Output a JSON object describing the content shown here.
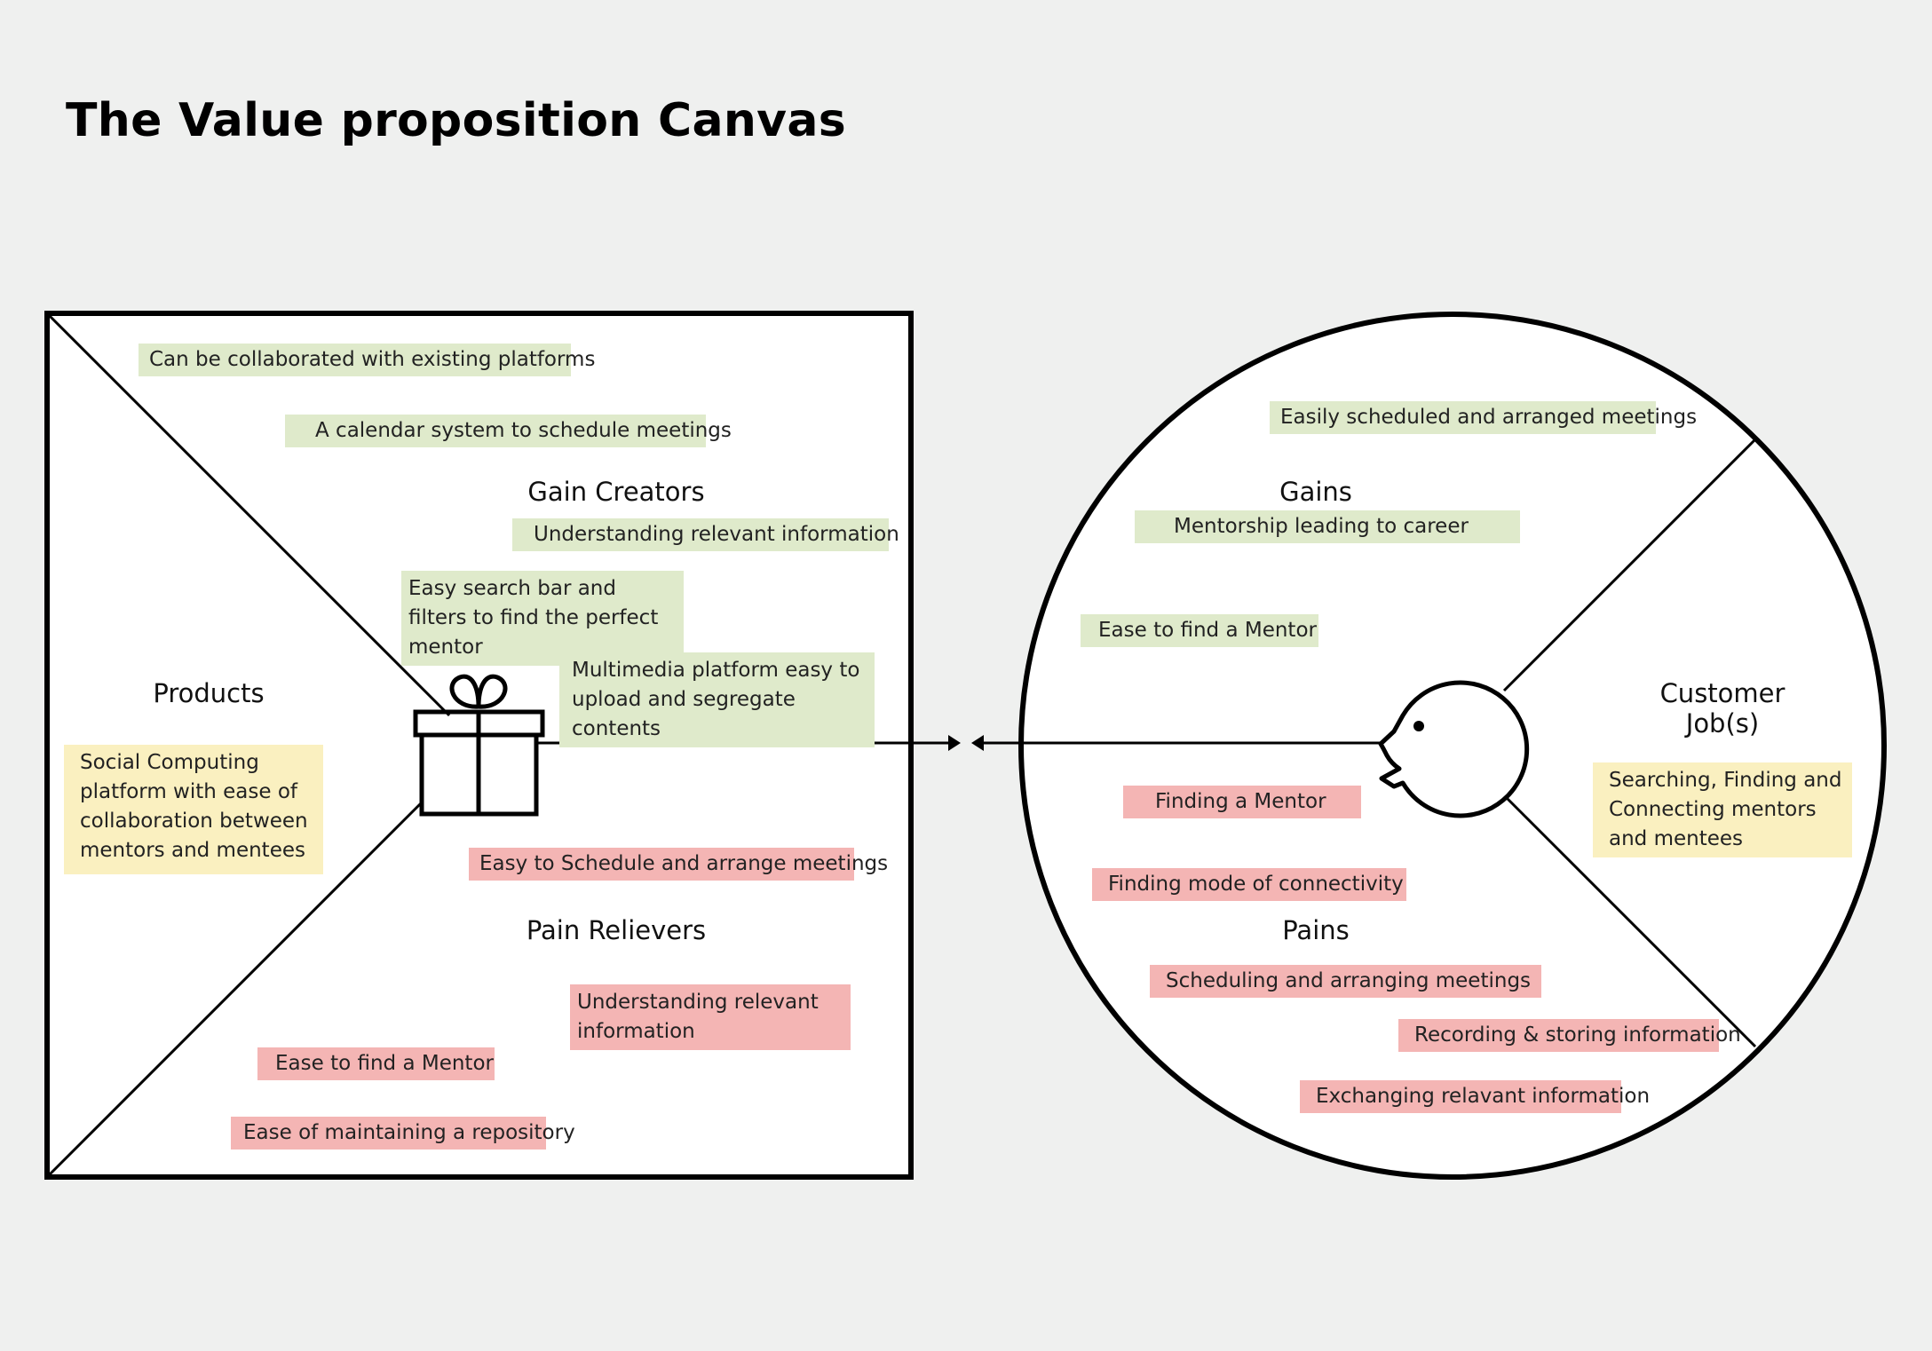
{
  "title": "The Value proposition Canvas",
  "value_map": {
    "labels": {
      "gain_creators": "Gain Creators",
      "products": "Products",
      "pain_relievers": "Pain Relievers"
    },
    "gain_creators": [
      "Can be collaborated with existing platforms",
      "A calendar system to schedule meetings",
      "Understanding relevant information",
      "Easy search bar and filters to find the perfect mentor",
      "Multimedia platform easy to upload and segregate contents"
    ],
    "products": [
      "Social Computing platform with ease of collaboration between mentors and mentees"
    ],
    "pain_relievers": [
      "Easy to Schedule and arrange meetings",
      "Understanding relevant information",
      "Ease to find a Mentor",
      "Ease of maintaining a repository"
    ]
  },
  "customer_profile": {
    "labels": {
      "gains": "Gains",
      "customer_jobs": "Customer\nJob(s)",
      "pains": "Pains"
    },
    "gains": [
      "Easily scheduled and arranged meetings",
      "Mentorship leading to career",
      "Ease to find a Mentor"
    ],
    "customer_jobs": [
      "Searching, Finding and Connecting mentors and mentees"
    ],
    "pains": [
      "Finding a Mentor",
      "Finding mode of connectivity",
      "Scheduling and arranging meetings",
      "Recording & storing information",
      "Exchanging relavant information"
    ]
  },
  "icons": {
    "product": "gift-icon",
    "customer": "face-icon"
  },
  "colors": {
    "background": "#eff0ef",
    "gain_note": "#dfeacb",
    "pain_note": "#f4b5b4",
    "job_note": "#faf0c0"
  }
}
